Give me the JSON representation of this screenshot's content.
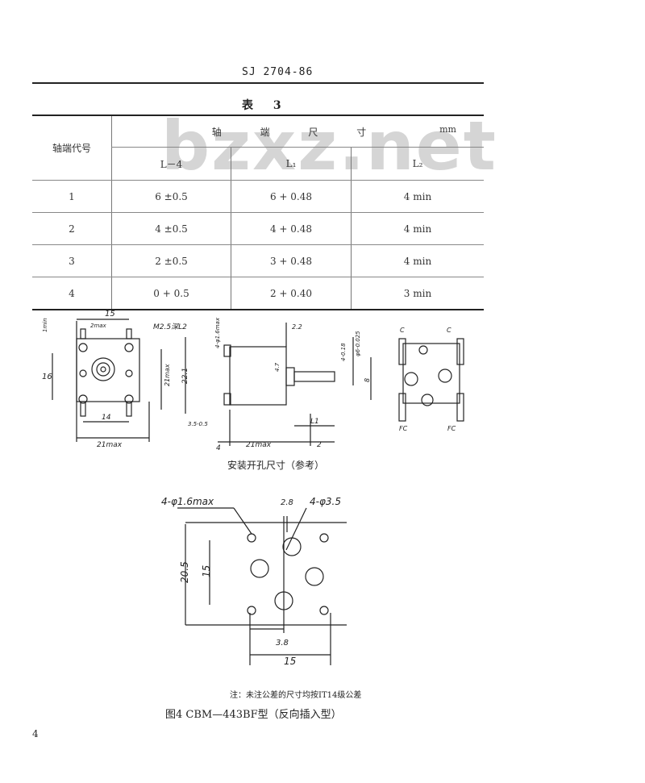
{
  "header": {
    "standard_no": "SJ 2704-86"
  },
  "watermark": "bzxz.net",
  "table": {
    "caption": "表  3",
    "col_code": "轴端代号",
    "group_header": "轴 端 尺 寸",
    "unit": "mm",
    "subheaders": [
      "L－4",
      "L₁",
      "L₂"
    ],
    "rows": [
      {
        "code": "1",
        "c1": "6 ±0.5",
        "c2": "6 + 0.48",
        "c3": "4 min"
      },
      {
        "code": "2",
        "c1": "4 ±0.5",
        "c2": "4 + 0.48",
        "c3": "4 min"
      },
      {
        "code": "3",
        "c1": "2 ±0.5",
        "c2": "3 + 0.48",
        "c3": "4 min"
      },
      {
        "code": "4",
        "c1": "0 + 0.5",
        "c2": "2 + 0.40",
        "c3": "3 min"
      }
    ]
  },
  "figure_top": {
    "labels": {
      "min1": "1min",
      "dim15": "15",
      "max2": "2max",
      "screw": "M2.5深L2",
      "dim16": "16",
      "max21a": "21max",
      "dim22": "22.1",
      "dim14": "14",
      "max21b": "21max",
      "phi16": "4-φ1.6max",
      "dim22b": "2.2",
      "d47": "4.7",
      "d4": "4-0.18",
      "d6": "φ6-0.025",
      "d8": "8",
      "d35": "3.5-0.5",
      "dim4": "4",
      "max21c": "21max",
      "dim2": "2",
      "l1": "L1",
      "c1": "C",
      "c2": "C",
      "fc1": "FC",
      "fc2": "FC"
    },
    "subcaption": "安装开孔尺寸（参考）"
  },
  "figure_bottom": {
    "labels": {
      "holes_small": "4-φ1.6max",
      "dim28": "2.8",
      "holes_large": "4-φ3.5",
      "dim205": "20.5",
      "dim15v": "15",
      "dim38": "3.8",
      "dim15h": "15"
    }
  },
  "note": "注：未注公差的尺寸均按IT14级公差",
  "figure_caption": "图4   CBM—443BF型（反向插入型）",
  "page_number": "4"
}
